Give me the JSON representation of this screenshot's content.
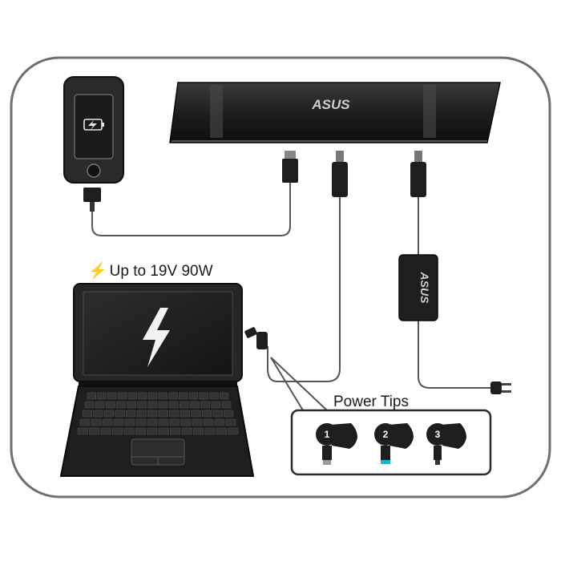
{
  "laptop": {
    "power_label": "Up to 19V 90W"
  },
  "dock": {
    "brand": "ASUS"
  },
  "adapter": {
    "brand": "ASUS"
  },
  "power_tips": {
    "title": "Power Tips",
    "tips": [
      "1",
      "2",
      "3"
    ]
  },
  "colors": {
    "frame_stroke": "#6f6f6f",
    "device_dark": "#1e1e1e",
    "cable": "#555555",
    "tip2_accent": "#19b7c9"
  },
  "icons": [
    "smartphone-icon",
    "battery-charging-icon",
    "lightning-bolt-icon",
    "power-plug-icon"
  ]
}
